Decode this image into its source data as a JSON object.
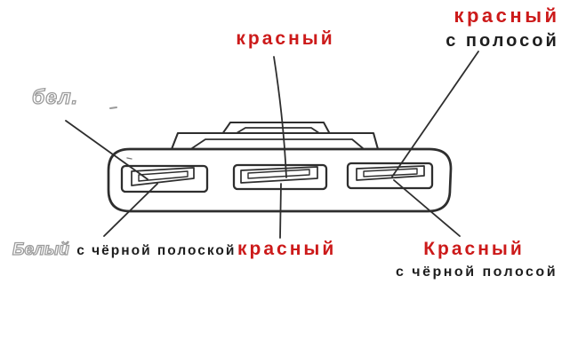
{
  "colors": {
    "red": "#cc1a1a",
    "ink": "#1e1e1e",
    "outline_gray": "#9b9b9b",
    "line": "#2e2e2e"
  },
  "diagram": {
    "description": "3-pin connector pinout, hand-drawn",
    "labels": {
      "wire1_top": "бел.",
      "wire1_bottom_name": "Белый",
      "wire1_bottom_desc": "с чёрной полоской",
      "wire2_top": "красный",
      "wire2_bottom": "красный",
      "wire3_top_name": "красный",
      "wire3_top_desc": "с полосой",
      "wire3_bottom_name": "Красный",
      "wire3_bottom_desc": "с чёрной полосой"
    }
  }
}
